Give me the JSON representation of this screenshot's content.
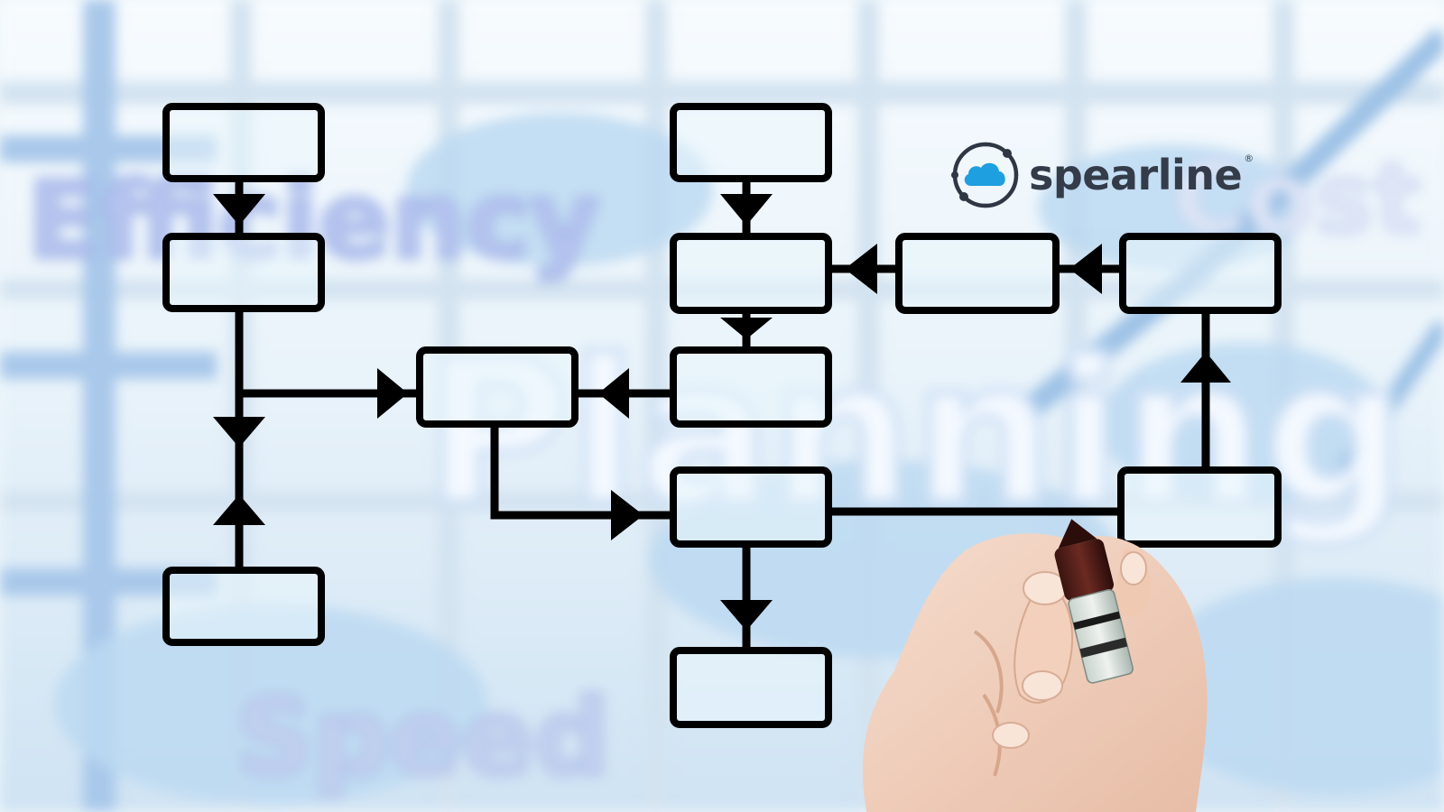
{
  "background_words": {
    "efficiency": "Efficiency",
    "planning": "Planning",
    "speed": "Speed",
    "cost": "Cost"
  },
  "brand": {
    "name": "spearline",
    "registered_mark": "®",
    "icon": "cloud-orbit-logo-icon"
  },
  "colors": {
    "brand_blue": "#1e9fe0",
    "brand_text": "#343c4a",
    "diagram_stroke": "#000000",
    "box_fill": "#eaf5fc"
  },
  "diagram": {
    "type": "flowchart",
    "node_count": 12,
    "nodes": [
      {
        "id": "n1",
        "text": ""
      },
      {
        "id": "n2",
        "text": ""
      },
      {
        "id": "n3",
        "text": ""
      },
      {
        "id": "n4",
        "text": ""
      },
      {
        "id": "n5",
        "text": ""
      },
      {
        "id": "n6",
        "text": ""
      },
      {
        "id": "n7",
        "text": ""
      },
      {
        "id": "n8",
        "text": ""
      },
      {
        "id": "n9",
        "text": ""
      },
      {
        "id": "n10",
        "text": ""
      },
      {
        "id": "n11",
        "text": ""
      },
      {
        "id": "n12",
        "text": ""
      }
    ],
    "edges": [
      {
        "from": "n1",
        "to": "n2"
      },
      {
        "from": "n2",
        "to": "n4"
      },
      {
        "from": "n3",
        "to": "n4"
      },
      {
        "from": "n2",
        "to": "n5"
      },
      {
        "from": "n6",
        "to": "n5"
      },
      {
        "from": "n7",
        "to": "n8"
      },
      {
        "from": "n8",
        "to": "n6"
      },
      {
        "from": "n9",
        "to": "n8"
      },
      {
        "from": "n10",
        "to": "n9"
      },
      {
        "from": "n5",
        "to": "n11"
      },
      {
        "from": "n11",
        "to": "n12"
      },
      {
        "from": "n11",
        "to": "n13"
      },
      {
        "from": "n13",
        "to": "n10"
      }
    ]
  }
}
